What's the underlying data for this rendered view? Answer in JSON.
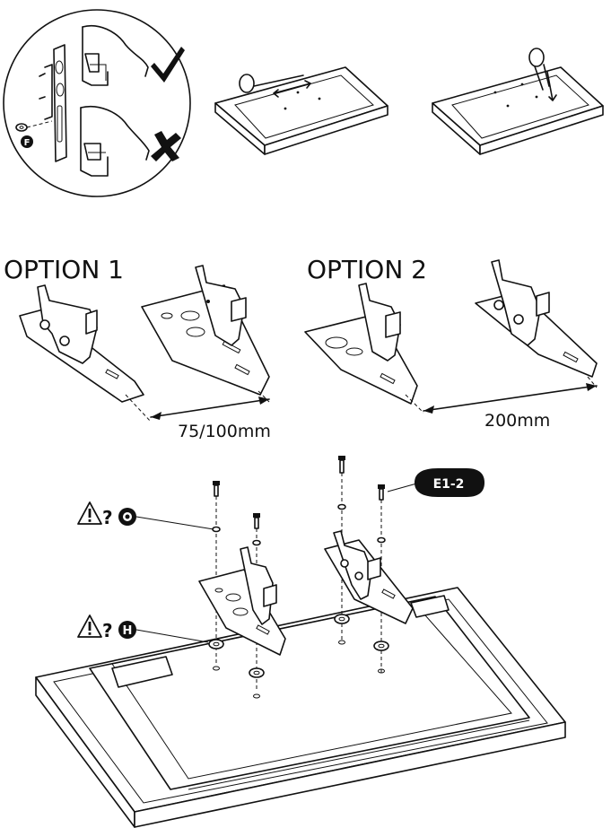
{
  "options": {
    "option1_label": "OPTION 1",
    "option2_label": "OPTION 2"
  },
  "dimensions": {
    "option1": "75/100mm",
    "option2": "200mm"
  },
  "callouts": {
    "screw_code": "E1-2",
    "washer_o_letter": "O",
    "washer_h_letter": "H",
    "warning_mark": "?",
    "detail_part_letter": "F"
  },
  "icons": {
    "correct": "check-mark-icon",
    "incorrect": "cross-mark-icon",
    "warning": "warning-triangle-icon"
  }
}
